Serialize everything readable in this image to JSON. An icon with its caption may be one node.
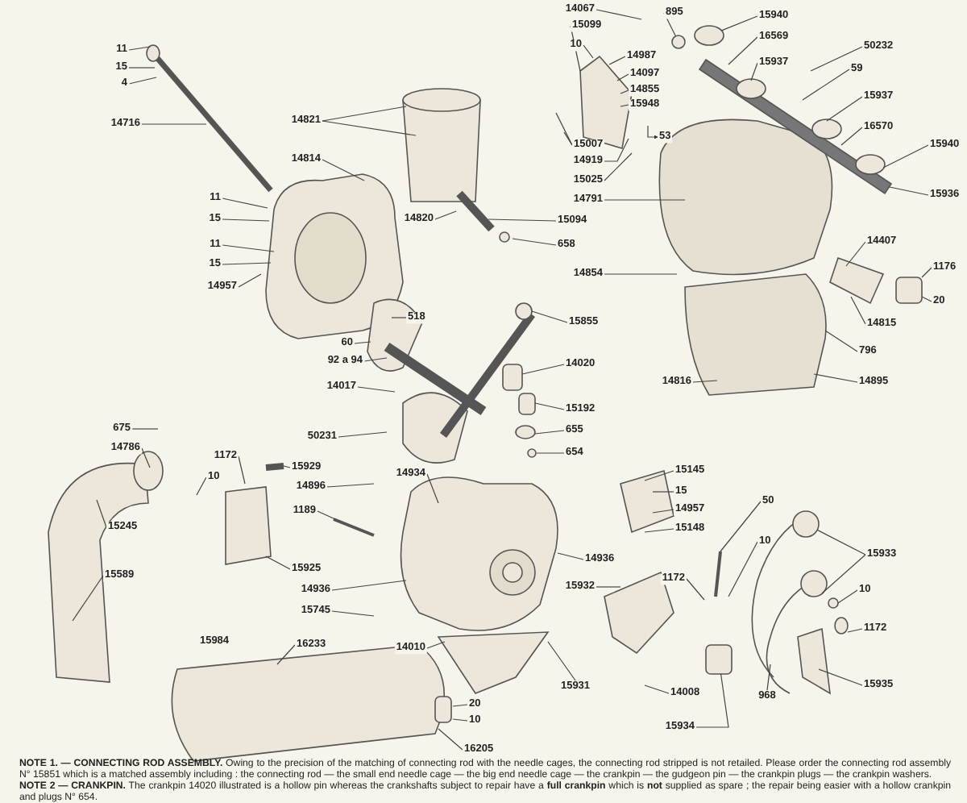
{
  "diagram": {
    "nodes": [
      {
        "text": [
          "11"
        ]
      },
      {
        "text": [
          "15"
        ]
      },
      {
        "text": [
          "4"
        ]
      },
      {
        "text": [
          "14716"
        ]
      },
      {
        "text": [
          "11"
        ]
      },
      {
        "text": [
          "15"
        ]
      },
      {
        "text": [
          "11"
        ]
      },
      {
        "text": [
          "15"
        ]
      },
      {
        "text": [
          "14957"
        ]
      },
      {
        "text": [
          "14821"
        ]
      },
      {
        "text": [
          "14814"
        ]
      },
      {
        "text": [
          "14820"
        ]
      },
      {
        "text": [
          "15094"
        ]
      },
      {
        "text": [
          "658"
        ]
      },
      {
        "text": [
          "15855"
        ]
      },
      {
        "text": [
          "518"
        ]
      },
      {
        "text": [
          "60"
        ]
      },
      {
        "text": [
          "92 a 94"
        ]
      },
      {
        "text": [
          "14017"
        ]
      },
      {
        "text": [
          "14020"
        ]
      },
      {
        "text": [
          "50231"
        ]
      },
      {
        "text": [
          "15192"
        ]
      },
      {
        "text": [
          "655"
        ]
      },
      {
        "text": [
          "654"
        ]
      },
      {
        "text": [
          "675"
        ]
      },
      {
        "text": [
          "14786"
        ]
      },
      {
        "text": [
          "1172"
        ]
      },
      {
        "text": [
          "10"
        ]
      },
      {
        "text": [
          "15929"
        ]
      },
      {
        "text": [
          "14896"
        ]
      },
      {
        "text": [
          "1189"
        ]
      },
      {
        "text": [
          "15925"
        ]
      },
      {
        "text": [
          "14936"
        ]
      },
      {
        "text": [
          "15745"
        ]
      },
      {
        "text": [
          "15245"
        ]
      },
      {
        "text": [
          "15589"
        ]
      },
      {
        "text": [
          "16233"
        ]
      },
      {
        "text": [
          "20"
        ]
      },
      {
        "text": [
          "10"
        ]
      },
      {
        "text": [
          "16205"
        ]
      },
      {
        "text": [
          "14934"
        ]
      },
      {
        "text": [
          "14936"
        ]
      },
      {
        "text": [
          "14010"
        ]
      },
      {
        "text": [
          "15932"
        ]
      },
      {
        "text": [
          "15931"
        ]
      },
      {
        "text": [
          "15145"
        ]
      },
      {
        "text": [
          "15"
        ]
      },
      {
        "text": [
          "14957"
        ]
      },
      {
        "text": [
          "15148"
        ]
      },
      {
        "text": [
          "50"
        ]
      },
      {
        "text": [
          "1172"
        ]
      },
      {
        "text": [
          "10"
        ]
      },
      {
        "text": [
          "15933"
        ]
      },
      {
        "text": [
          "10"
        ]
      },
      {
        "text": [
          "1172"
        ]
      },
      {
        "text": [
          "15935"
        ]
      },
      {
        "text": [
          "968"
        ]
      },
      {
        "text": [
          "14008"
        ]
      },
      {
        "text": [
          "15934"
        ]
      },
      {
        "text": [
          "14067"
        ]
      },
      {
        "text": [
          "15099"
        ]
      },
      {
        "text": [
          "10"
        ]
      },
      {
        "text": [
          "14987"
        ]
      },
      {
        "text": [
          "14097"
        ]
      },
      {
        "text": [
          "14855"
        ]
      },
      {
        "text": [
          "15948"
        ]
      },
      {
        "text": [
          "15007"
        ]
      },
      {
        "text": [
          "14919"
        ]
      },
      {
        "text": [
          "15025"
        ]
      },
      {
        "text": [
          "53"
        ]
      },
      {
        "text": [
          "14791"
        ]
      },
      {
        "text": [
          "14854"
        ]
      },
      {
        "text": [
          "895"
        ]
      },
      {
        "text": [
          "15940"
        ]
      },
      {
        "text": [
          "16569"
        ]
      },
      {
        "text": [
          "15937"
        ]
      },
      {
        "text": [
          "50232"
        ]
      },
      {
        "text": [
          "59"
        ]
      },
      {
        "text": [
          "15937"
        ]
      },
      {
        "text": [
          "16570"
        ]
      },
      {
        "text": [
          "15940"
        ]
      },
      {
        "text": [
          "15936"
        ]
      },
      {
        "text": [
          "14407"
        ]
      },
      {
        "text": [
          "1176"
        ]
      },
      {
        "text": [
          "20"
        ]
      },
      {
        "text": [
          "14815"
        ]
      },
      {
        "text": [
          "796"
        ]
      },
      {
        "text": [
          "14895"
        ]
      },
      {
        "text": [
          "14816"
        ]
      },
      {
        "text": [],
        "shape": "circle"
      },
      {
        "text": [],
        "shape": "box"
      },
      {
        "text": [],
        "shape": "circle"
      },
      {
        "text": [],
        "shape": "circle"
      },
      {
        "text": [],
        "shape": "box"
      }
    ],
    "edges": [
      {
        "from": 0,
        "to": null,
        "arrow": "none"
      },
      {
        "from": 1,
        "to": null,
        "arrow": "none"
      },
      {
        "from": 2,
        "to": null,
        "arrow": "none"
      },
      {
        "from": 3,
        "to": null,
        "arrow": "none"
      },
      {
        "from": 4,
        "to": null,
        "arrow": "none"
      },
      {
        "from": 5,
        "to": null,
        "arrow": "none"
      },
      {
        "from": 6,
        "to": null,
        "arrow": "none"
      },
      {
        "from": 7,
        "to": null,
        "arrow": "none"
      },
      {
        "from": 8,
        "to": null,
        "arrow": "none"
      },
      {
        "from": 9,
        "to": null,
        "arrow": "none"
      },
      {
        "from": 10,
        "to": null,
        "arrow": "none"
      },
      {
        "from": 11,
        "to": null,
        "arrow": "none"
      },
      {
        "from": 12,
        "to": null,
        "arrow": "none"
      },
      {
        "from": 13,
        "to": null,
        "arrow": "none"
      },
      {
        "from": 14,
        "to": null,
        "arrow": "none"
      },
      {
        "from": 15,
        "to": null,
        "arrow": "none"
      },
      {
        "from": 16,
        "to": null,
        "arrow": "none"
      },
      {
        "from": 17,
        "to": null,
        "arrow": "none"
      },
      {
        "from": 18,
        "to": null,
        "arrow": "none"
      },
      {
        "from": 19,
        "to": null,
        "arrow": "none"
      },
      {
        "from": 20,
        "to": null,
        "arrow": "none"
      },
      {
        "from": 21,
        "to": null,
        "arrow": "none"
      },
      {
        "from": 22,
        "to": null,
        "arrow": "none"
      },
      {
        "from": 23,
        "to": null,
        "arrow": "none"
      },
      {
        "from": 24,
        "to": null,
        "arrow": "none"
      },
      {
        "from": 25,
        "to": null,
        "arrow": "none"
      },
      {
        "from": 26,
        "to": null,
        "arrow": "none"
      },
      {
        "from": 27,
        "to": null,
        "arrow": "none"
      },
      {
        "from": 28,
        "to": null,
        "arrow": "none"
      },
      {
        "from": 29,
        "to": null,
        "arrow": "none"
      },
      {
        "from": 30,
        "to": null,
        "arrow": "none"
      },
      {
        "from": 31,
        "to": null,
        "arrow": "none"
      },
      {
        "from": 32,
        "to": null,
        "arrow": "none"
      },
      {
        "from": 33,
        "to": null,
        "arrow": "none"
      },
      {
        "from": 34,
        "to": null,
        "arrow": "none"
      },
      {
        "from": 35,
        "to": null,
        "arrow": "none"
      },
      {
        "from": 36,
        "to": null,
        "arrow": "none"
      },
      {
        "from": 37,
        "to": null,
        "arrow": "none"
      },
      {
        "from": 38,
        "to": null,
        "arrow": "none"
      },
      {
        "from": 39,
        "to": null,
        "arrow": "none"
      },
      {
        "from": 40,
        "to": null,
        "arrow": "none"
      },
      {
        "from": 41,
        "to": null,
        "arrow": "none"
      },
      {
        "from": 42,
        "to": null,
        "arrow": "none"
      },
      {
        "from": 43,
        "to": null,
        "arrow": "none"
      },
      {
        "from": 44,
        "to": null,
        "arrow": "none"
      },
      {
        "from": 45,
        "to": null,
        "arrow": "none"
      },
      {
        "from": 46,
        "to": null,
        "arrow": "none"
      },
      {
        "from": 47,
        "to": null,
        "arrow": "none"
      },
      {
        "from": 48,
        "to": null,
        "arrow": "none"
      },
      {
        "from": 49,
        "to": null,
        "arrow": "none"
      },
      {
        "from": 50,
        "to": null,
        "arrow": "none"
      },
      {
        "from": 51,
        "to": null,
        "arrow": "none"
      },
      {
        "from": 52,
        "to": 89,
        "arrow": "none"
      },
      {
        "from": 53,
        "to": null,
        "arrow": "none"
      },
      {
        "from": 54,
        "to": null,
        "arrow": "none"
      },
      {
        "from": 55,
        "to": null,
        "arrow": "none"
      },
      {
        "from": 56,
        "to": null,
        "arrow": "none"
      },
      {
        "from": 57,
        "to": null,
        "arrow": "none"
      },
      {
        "from": 58,
        "to": 90,
        "arrow": "none"
      },
      {
        "from": 59,
        "to": null,
        "arrow": "none"
      },
      {
        "from": 60,
        "to": null,
        "arrow": "none"
      },
      {
        "from": 61,
        "to": null,
        "arrow": "none"
      },
      {
        "from": 62,
        "to": null,
        "arrow": "none"
      },
      {
        "from": 63,
        "to": null,
        "arrow": "none"
      },
      {
        "from": 64,
        "to": null,
        "arrow": "none"
      },
      {
        "from": 65,
        "to": null,
        "arrow": "none"
      },
      {
        "from": 66,
        "to": null,
        "arrow": "none"
      },
      {
        "from": 67,
        "to": null,
        "arrow": "none"
      },
      {
        "from": 68,
        "to": null,
        "arrow": "none"
      },
      {
        "from": null,
        "to": 69,
        "arrow": "to"
      },
      {
        "from": 70,
        "to": null,
        "arrow": "none"
      },
      {
        "from": 71,
        "to": null,
        "arrow": "none"
      },
      {
        "from": 72,
        "to": 91,
        "arrow": "none"
      },
      {
        "from": 73,
        "to": 92,
        "arrow": "none"
      },
      {
        "from": 74,
        "to": null,
        "arrow": "none"
      },
      {
        "from": 75,
        "to": null,
        "arrow": "none"
      },
      {
        "from": 76,
        "to": null,
        "arrow": "none"
      },
      {
        "from": 77,
        "to": null,
        "arrow": "none"
      },
      {
        "from": 78,
        "to": null,
        "arrow": "none"
      },
      {
        "from": 79,
        "to": null,
        "arrow": "none"
      },
      {
        "from": 80,
        "to": null,
        "arrow": "none"
      },
      {
        "from": 81,
        "to": null,
        "arrow": "none"
      },
      {
        "from": 82,
        "to": null,
        "arrow": "none"
      },
      {
        "from": 83,
        "to": 93,
        "arrow": "none"
      },
      {
        "from": 84,
        "to": 93,
        "arrow": "none"
      },
      {
        "from": 85,
        "to": null,
        "arrow": "none"
      },
      {
        "from": 86,
        "to": null,
        "arrow": "none"
      },
      {
        "from": 87,
        "to": null,
        "arrow": "none"
      },
      {
        "from": 88,
        "to": null,
        "arrow": "none"
      },
      {
        "from": 9,
        "to": null,
        "arrow": "none"
      },
      {
        "from": 52,
        "to": null,
        "arrow": "none"
      },
      {
        "from": 66,
        "to": null,
        "arrow": "none"
      }
    ],
    "labels": [
      "15984",
      "**NOTE 1. — CONNECTING ROD ASSEMBLY.** Owing to the precision of the matching of connecting rod with the needle cages, the connecting rod stripped is not retailed. Please order the connecting rod assembly N° 15851 which is a matched assembly including : the connecting rod — the small end needle cage — the big end needle cage — the crankpin — the gudgeon pin — the crankpin plugs — the crankpin washers.",
      "**NOTE 2 — CRANKPIN.** The crankpin 14020 illustrated is a hollow pin whereas the crankshafts subject to repair have a **full crankpin** which is **not** supplied as spare ; the repair being easier with a hollow crankpin and plugs N° 654."
    ]
  }
}
